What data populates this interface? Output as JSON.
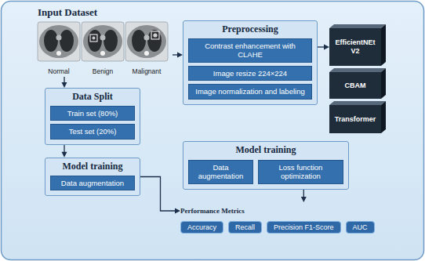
{
  "diagram": {
    "nodes": [
      {
        "text": [
          "Input Dataset"
        ]
      },
      {
        "text": [
          "Normal"
        ],
        "in": 0
      },
      {
        "text": [
          "Benign"
        ],
        "in": 0
      },
      {
        "text": [
          "Malignant"
        ],
        "in": 0
      },
      {
        "text": [
          "Preprocessing"
        ]
      },
      {
        "text": [
          "Contrast enhancement with CLAHE"
        ],
        "in": 4
      },
      {
        "text": [
          "Image resize 224×224"
        ],
        "in": 4
      },
      {
        "text": [
          "Image normalization and labeling"
        ],
        "in": 4
      },
      {
        "text": [
          "EfficientNEt V2"
        ]
      },
      {
        "text": [
          "CBAM"
        ]
      },
      {
        "text": [
          "Transformer"
        ]
      },
      {
        "text": [
          "Data Split"
        ]
      },
      {
        "text": [
          "Train set (80%)"
        ],
        "in": 11
      },
      {
        "text": [
          "Test set (20%)"
        ],
        "in": 11
      },
      {
        "text": [
          "Model training"
        ]
      },
      {
        "text": [
          "Data augmentation"
        ],
        "in": 14
      },
      {
        "text": [
          "Model training"
        ]
      },
      {
        "text": [
          "Data augmentation"
        ],
        "in": 16
      },
      {
        "text": [
          "Loss function optimization"
        ],
        "in": 16
      },
      {
        "text": [
          "Performance Metrics"
        ]
      },
      {
        "text": [
          "Accuracy"
        ],
        "in": 19
      },
      {
        "text": [
          "Recall"
        ],
        "in": 19
      },
      {
        "text": [
          "Precision F1-Score"
        ],
        "in": 19
      },
      {
        "text": [
          "AUC"
        ],
        "in": 19
      }
    ],
    "edges": [
      {
        "from": 0,
        "to": 4,
        "arrow": "to"
      },
      {
        "from": 0,
        "to": 11,
        "arrow": "to"
      },
      {
        "from": 4,
        "to": 8,
        "arrow": "to"
      },
      {
        "from": 11,
        "to": 14,
        "arrow": "to"
      },
      {
        "from": 14,
        "to": 19,
        "arrow": "to"
      },
      {
        "from": 16,
        "to": 19,
        "arrow": "to"
      }
    ]
  }
}
